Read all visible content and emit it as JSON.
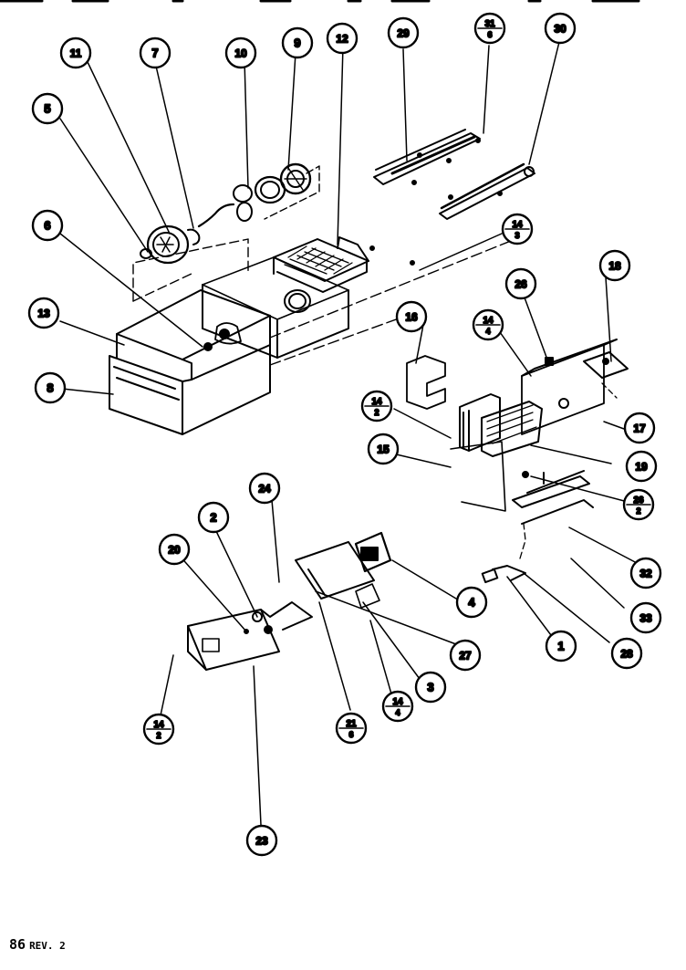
{
  "callouts": [
    {
      "id": "c11",
      "label": "11"
    },
    {
      "id": "c7",
      "label": "7"
    },
    {
      "id": "c10",
      "label": "10"
    },
    {
      "id": "c9",
      "label": "9"
    },
    {
      "id": "c12",
      "label": "12"
    },
    {
      "id": "c29",
      "label": "29"
    },
    {
      "id": "c31-6",
      "num": "31",
      "den": "6"
    },
    {
      "id": "c30",
      "label": "30"
    },
    {
      "id": "c5",
      "label": "5"
    },
    {
      "id": "c6",
      "label": "6"
    },
    {
      "id": "c14-3",
      "num": "14",
      "den": "3"
    },
    {
      "id": "c13",
      "label": "13"
    },
    {
      "id": "c8",
      "label": "8"
    },
    {
      "id": "c18",
      "label": "18"
    },
    {
      "id": "c26a",
      "label": "26"
    },
    {
      "id": "c16",
      "label": "16"
    },
    {
      "id": "c14-4a",
      "num": "14",
      "den": "4"
    },
    {
      "id": "c14-2a",
      "num": "14",
      "den": "2"
    },
    {
      "id": "c17",
      "label": "17"
    },
    {
      "id": "c15",
      "label": "15"
    },
    {
      "id": "c19",
      "label": "19"
    },
    {
      "id": "c26-2",
      "num": "26",
      "den": "2"
    },
    {
      "id": "c24",
      "label": "24"
    },
    {
      "id": "c2",
      "label": "2"
    },
    {
      "id": "c20",
      "label": "20"
    },
    {
      "id": "c32",
      "label": "32"
    },
    {
      "id": "c4",
      "label": "4"
    },
    {
      "id": "c33",
      "label": "33"
    },
    {
      "id": "c1",
      "label": "1"
    },
    {
      "id": "c28",
      "label": "28"
    },
    {
      "id": "c27",
      "label": "27"
    },
    {
      "id": "c3",
      "label": "3"
    },
    {
      "id": "c14-4b",
      "num": "14",
      "den": "4"
    },
    {
      "id": "c21-6",
      "num": "21",
      "den": "6"
    },
    {
      "id": "c14-2b",
      "num": "14",
      "den": "2"
    },
    {
      "id": "c23",
      "label": "23"
    }
  ],
  "footer": {
    "page": "86",
    "rev": "REV. 2"
  }
}
